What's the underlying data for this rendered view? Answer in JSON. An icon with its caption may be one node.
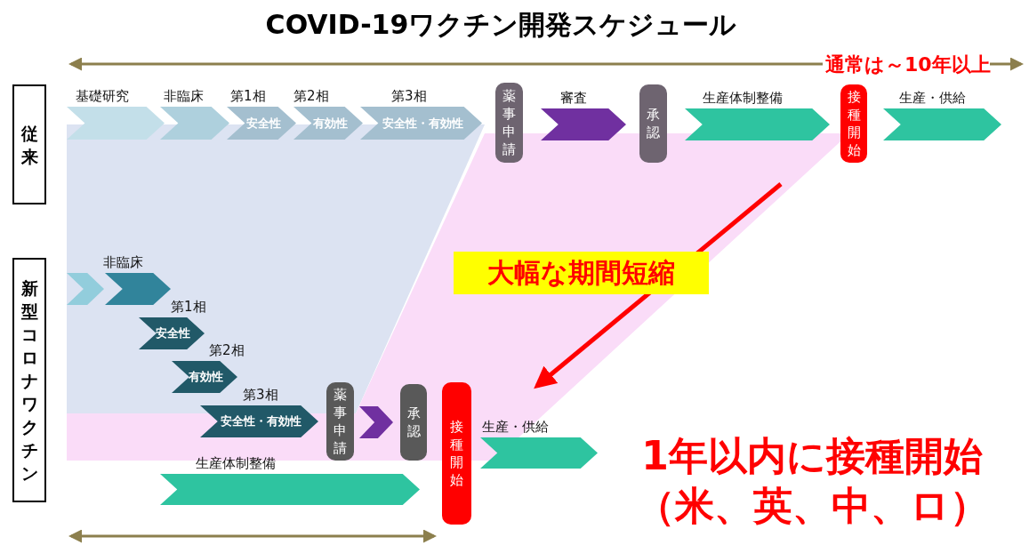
{
  "diagram": {
    "title": "COVID-19ワクチン開発スケジュール",
    "nodes": [
      {
        "text": [
          "従来"
        ]
      },
      {
        "text": [
          "新型コロナワクチン"
        ]
      },
      {
        "text": [
          "基礎研究"
        ]
      },
      {
        "text": [
          "非臨床"
        ]
      },
      {
        "text": [
          "第1相",
          "安全性"
        ]
      },
      {
        "text": [
          "第2相",
          "有効性"
        ]
      },
      {
        "text": [
          "第3相",
          "安全性・有効性"
        ]
      },
      {
        "text": [
          "薬事申請"
        ]
      },
      {
        "text": [
          "審査"
        ]
      },
      {
        "text": [
          "承認"
        ]
      },
      {
        "text": [
          "生産体制整備"
        ]
      },
      {
        "text": [
          "接種開始"
        ]
      },
      {
        "text": [
          "生産・供給"
        ]
      },
      {
        "text": [],
        "shape": "chevron"
      },
      {
        "text": [
          "非臨床"
        ]
      },
      {
        "text": [
          "第1相",
          "安全性"
        ]
      },
      {
        "text": [
          "第2相",
          "有効性"
        ]
      },
      {
        "text": [
          "第3相",
          "安全性・有効性"
        ]
      },
      {
        "text": [
          "薬事申請"
        ]
      },
      {
        "text": [],
        "shape": "chevron"
      },
      {
        "text": [
          "承認"
        ]
      },
      {
        "text": [
          "接種開始"
        ]
      },
      {
        "text": [
          "生産・供給"
        ]
      },
      {
        "text": [
          "生産体制整備"
        ]
      },
      {
        "text": [
          "大幅な期間短縮"
        ]
      }
    ],
    "labels": [
      "通常は～10年以上",
      "1年以内に接種開始（米、英、中、ロ）"
    ]
  }
}
